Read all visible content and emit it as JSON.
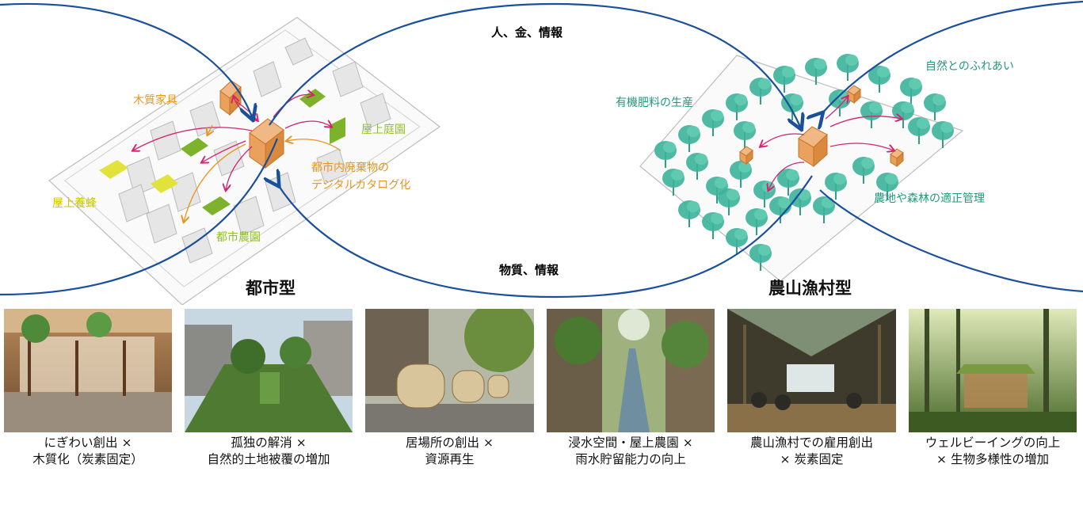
{
  "diagram": {
    "flows": {
      "top": "人、金、情報",
      "bottom": "物質、情報"
    },
    "urban": {
      "title": "都市型",
      "labels": {
        "furniture": "木質家具",
        "rooftop_garden": "屋上庭園",
        "waste_line1": "都市内廃棄物の",
        "waste_line2": "デジタルカタログ化",
        "beekeeping": "屋上養蜂",
        "urban_farm": "都市農園"
      }
    },
    "rural": {
      "title": "農山漁村型",
      "labels": {
        "nature": "自然とのふれあい",
        "fertilizer": "有機肥料の生産",
        "management": "農地や森林の適正管理"
      }
    },
    "colors": {
      "flow_arrow": "#1a4f9c",
      "urban_label": "#e8951c",
      "green_label": "#8fc31f",
      "yellow_label": "#c9c500",
      "rural_label": "#1e9a7e",
      "magenta_arrow": "#d4246f",
      "cube_orange": "#e9a15d"
    }
  },
  "photos": [
    {
      "line1": "にぎわい創出 ×",
      "line2": "木質化（炭素固定）"
    },
    {
      "line1": "孤独の解消 ×",
      "line2": "自然的土地被覆の増加"
    },
    {
      "line1": "居場所の創出 ×",
      "line2": "資源再生"
    },
    {
      "line1": "浸水空間・屋上農園 ×",
      "line2": "雨水貯留能力の向上"
    },
    {
      "line1": "農山漁村での雇用創出",
      "line2": "× 炭素固定"
    },
    {
      "line1": "ウェルビーイングの向上",
      "line2": "× 生物多様性の増加"
    }
  ]
}
